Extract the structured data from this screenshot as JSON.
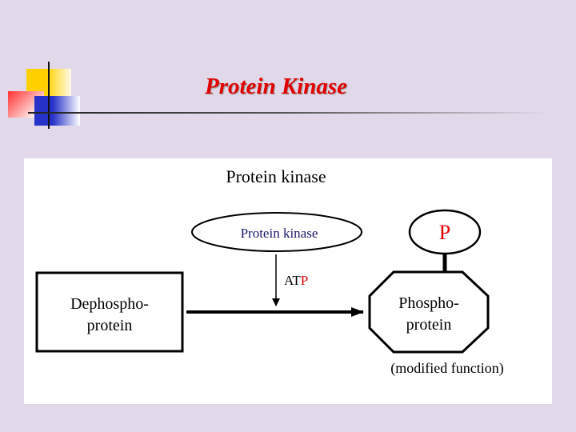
{
  "slide": {
    "title": "Protein Kinase"
  },
  "diagram": {
    "title": "Protein kinase",
    "enzyme": "Protein kinase",
    "cofactor_prefix": "AT",
    "cofactor_suffix": "P",
    "substrate_line1": "Dephospho-",
    "substrate_line2": "protein",
    "product_line1": "Phospho-",
    "product_line2": "protein",
    "phosphate": "P",
    "product_note": "(modified function)"
  },
  "colors": {
    "title": "#e00000",
    "enzyme_text": "#1a1a6e",
    "phosphate": "#e00000"
  }
}
